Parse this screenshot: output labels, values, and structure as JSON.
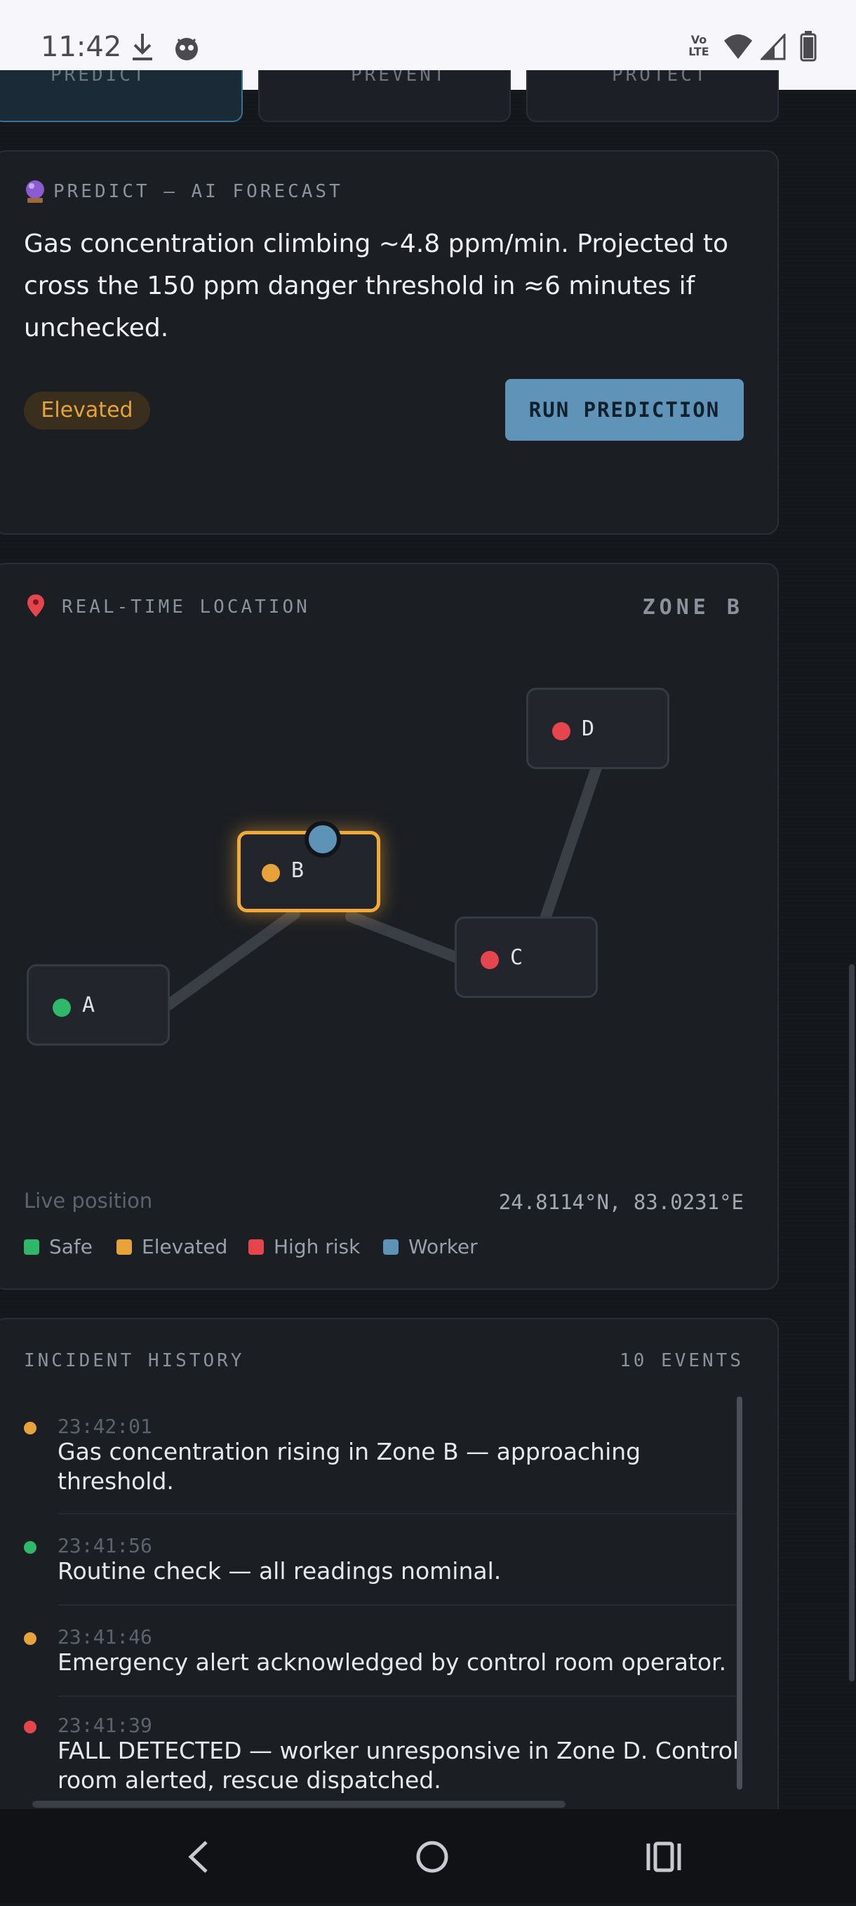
{
  "status_bar": {
    "time": "11:42",
    "icons": [
      "download-icon",
      "app-notification-icon",
      "volte-icon",
      "wifi-icon",
      "signal-icon",
      "battery-icon"
    ],
    "volte_text": "Vo LTE"
  },
  "top_tabs": [
    {
      "label": "PREDICT",
      "icon": "crystal-ball-icon",
      "active": true
    },
    {
      "label": "PREVENT",
      "icon": "stop-icon",
      "active": false
    },
    {
      "label": "PROTECT",
      "icon": "shield-icon",
      "active": false
    }
  ],
  "forecast": {
    "label": "PREDICT — AI FORECAST",
    "text": "Gas concentration climbing ~4.8 ppm/min. Projected to cross the 150 ppm danger threshold in ≈6 minutes if unchecked.",
    "badge": "Elevated",
    "button": "RUN PREDICTION"
  },
  "location": {
    "label": "REAL-TIME LOCATION",
    "zone": "ZONE B",
    "nodes": [
      {
        "id": "A",
        "status": "safe"
      },
      {
        "id": "B",
        "status": "elevated",
        "selected": true
      },
      {
        "id": "C",
        "status": "high-risk"
      },
      {
        "id": "D",
        "status": "high-risk"
      }
    ],
    "live_label": "Live position",
    "coords": "24.8114°N, 83.0231°E",
    "legend": [
      {
        "label": "Safe",
        "color": "#2fb86a"
      },
      {
        "label": "Elevated",
        "color": "#e8a23a"
      },
      {
        "label": "High risk",
        "color": "#e5454c"
      },
      {
        "label": "Worker",
        "color": "#5e93b8"
      }
    ]
  },
  "colors": {
    "safe": "#2fb86a",
    "elevated": "#e8a23a",
    "high_risk": "#e5454c",
    "worker": "#5e93b8",
    "accent": "#5f93b8"
  },
  "incidents": {
    "label": "INCIDENT HISTORY",
    "count": "10 EVENTS",
    "items": [
      {
        "time": "23:42:01",
        "text": "Gas concentration rising in Zone B — approaching threshold.",
        "level": "elevated"
      },
      {
        "time": "23:41:56",
        "text": "Routine check — all readings nominal.",
        "level": "safe"
      },
      {
        "time": "23:41:46",
        "text": "Emergency alert acknowledged by control room operator.",
        "level": "elevated"
      },
      {
        "time": "23:41:39",
        "text": "FALL DETECTED — worker unresponsive in Zone D. Control room alerted, rescue dispatched.",
        "level": "high-risk"
      }
    ]
  },
  "nav": {
    "buttons": [
      "back-icon",
      "home-icon",
      "recents-icon"
    ]
  }
}
